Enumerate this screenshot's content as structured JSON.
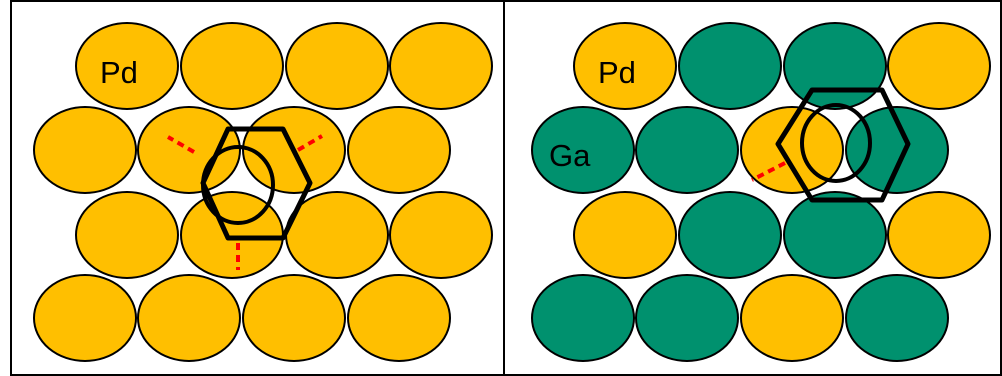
{
  "colors": {
    "pd_atom": "#FFBF00",
    "ga_atom": "#00916E",
    "atom_outline": "#000000",
    "ring_outline": "#000000",
    "h_bond_dash": "#FF0000",
    "frame": "#000000",
    "background": "#FFFFFF"
  },
  "panels": [
    {
      "id": "pure-pd-surface",
      "labels": [
        {
          "element": "Pd",
          "text": "Pd"
        }
      ],
      "atom_rows": [
        [
          "Pd",
          "Pd",
          "Pd",
          "Pd"
        ],
        [
          "Pd",
          "Pd",
          "Pd",
          "Pd"
        ],
        [
          "Pd",
          "Pd",
          "Pd",
          "Pd"
        ],
        [
          "Pd",
          "Pd",
          "Pd",
          "Pd"
        ]
      ],
      "adsorbate": "benzene",
      "h_bond_count": 3
    },
    {
      "id": "pdga-surface",
      "labels": [
        {
          "element": "Pd",
          "text": "Pd"
        },
        {
          "element": "Ga",
          "text": "Ga"
        }
      ],
      "atom_rows": [
        [
          "Pd",
          "Ga",
          "Ga",
          "Pd"
        ],
        [
          "Ga",
          "Ga",
          "Pd",
          "Ga"
        ],
        [
          "Pd",
          "Ga",
          "Ga",
          "Pd"
        ],
        [
          "Ga",
          "Ga",
          "Pd",
          "Ga"
        ]
      ],
      "adsorbate": "benzene",
      "h_bond_count": 1
    }
  ]
}
